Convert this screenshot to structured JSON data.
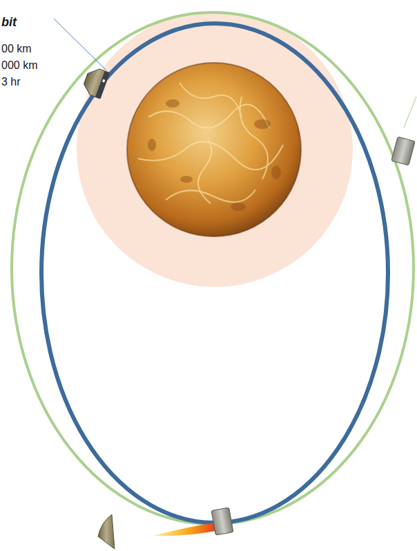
{
  "diagram": {
    "labels": [
      "bit",
      "00 km",
      "000 km",
      "3 hr"
    ]
  }
}
